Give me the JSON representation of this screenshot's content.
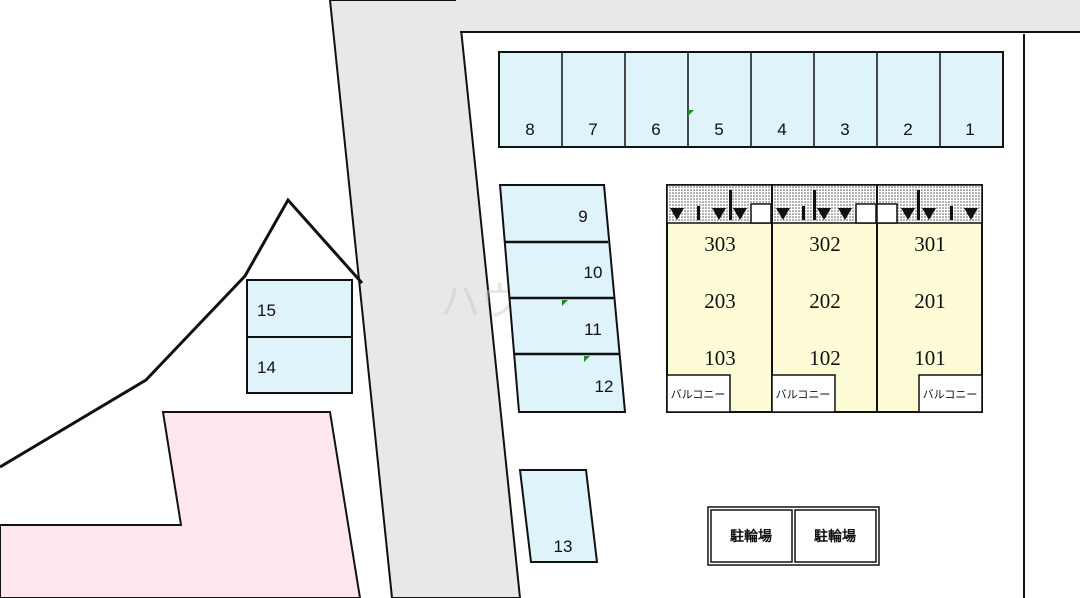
{
  "colors": {
    "road": "#e8e8e8",
    "parking_fill": "#dff3fb",
    "building_fill": "#fdfcd6",
    "neighbor_fill": "#fde6ee",
    "line": "#111111"
  },
  "parking": {
    "row_top": [
      "8",
      "7",
      "6",
      "5",
      "4",
      "3",
      "2",
      "1"
    ],
    "angled": [
      "9",
      "10",
      "11",
      "12"
    ],
    "single": "13",
    "left": [
      "15",
      "14"
    ]
  },
  "building": {
    "rooms": [
      [
        "303",
        "302",
        "301"
      ],
      [
        "203",
        "202",
        "201"
      ],
      [
        "103",
        "102",
        "101"
      ]
    ],
    "balcony_label": "バルコニー"
  },
  "bike_parking": [
    "駐輪場",
    "駐輪場"
  ],
  "watermark": "ハウス…"
}
